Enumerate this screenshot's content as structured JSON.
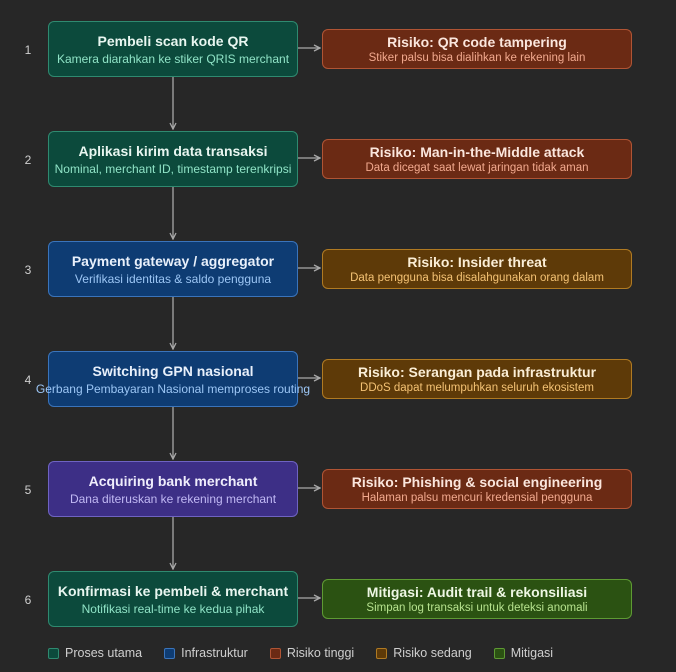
{
  "steps": [
    {
      "num": "1",
      "title": "Pembeli scan kode QR",
      "sub": "Kamera diarahkan ke stiker QRIS merchant",
      "color": "#0c4a3c"
    },
    {
      "num": "2",
      "title": "Aplikasi kirim data transaksi",
      "sub": "Nominal, merchant ID, timestamp terenkripsi",
      "color": "#0c4a3c"
    },
    {
      "num": "3",
      "title": "Payment gateway / aggregator",
      "sub": "Verifikasi identitas & saldo pengguna",
      "color": "#0e3c73"
    },
    {
      "num": "4",
      "title": "Switching GPN nasional",
      "sub": "Gerbang Pembayaran Nasional memproses routing",
      "color": "#0e3c73"
    },
    {
      "num": "5",
      "title": "Acquiring bank merchant",
      "sub": "Dana diteruskan ke rekening merchant",
      "color": "#3d2f86"
    },
    {
      "num": "6",
      "title": "Konfirmasi ke pembeli & merchant",
      "sub": "Notifikasi real-time ke kedua pihak",
      "color": "#0c4a3c"
    }
  ],
  "risks": [
    {
      "title": "Risiko: QR code tampering",
      "sub": "Stiker palsu bisa dialihkan ke rekening lain",
      "level": "tinggi",
      "color": "#6b2a14"
    },
    {
      "title": "Risiko: Man-in-the-Middle attack",
      "sub": "Data dicegat saat lewat jaringan tidak aman",
      "level": "tinggi",
      "color": "#6b2a14"
    },
    {
      "title": "Risiko: Insider threat",
      "sub": "Data pengguna bisa disalahgunakan orang dalam",
      "level": "sedang",
      "color": "#5e3a08"
    },
    {
      "title": "Risiko: Serangan pada infrastruktur",
      "sub": "DDoS dapat melumpuhkan seluruh ekosistem",
      "level": "sedang",
      "color": "#5e3a08"
    },
    {
      "title": "Risiko: Phishing & social engineering",
      "sub": "Halaman palsu mencuri kredensial pengguna",
      "level": "tinggi",
      "color": "#6b2a14"
    },
    {
      "title": "Mitigasi: Audit trail & rekonsiliasi",
      "sub": "Simpan log transaksi untuk deteksi anomali",
      "level": "mitigasi",
      "color": "#2b5212"
    }
  ],
  "legend": [
    {
      "label": "Proses utama",
      "color": "#0c4a3c"
    },
    {
      "label": "Infrastruktur",
      "color": "#0e3c73"
    },
    {
      "label": "Risiko tinggi",
      "color": "#6b2a14"
    },
    {
      "label": "Risiko sedang",
      "color": "#5e3a08"
    },
    {
      "label": "Mitigasi",
      "color": "#2b5212"
    }
  ]
}
